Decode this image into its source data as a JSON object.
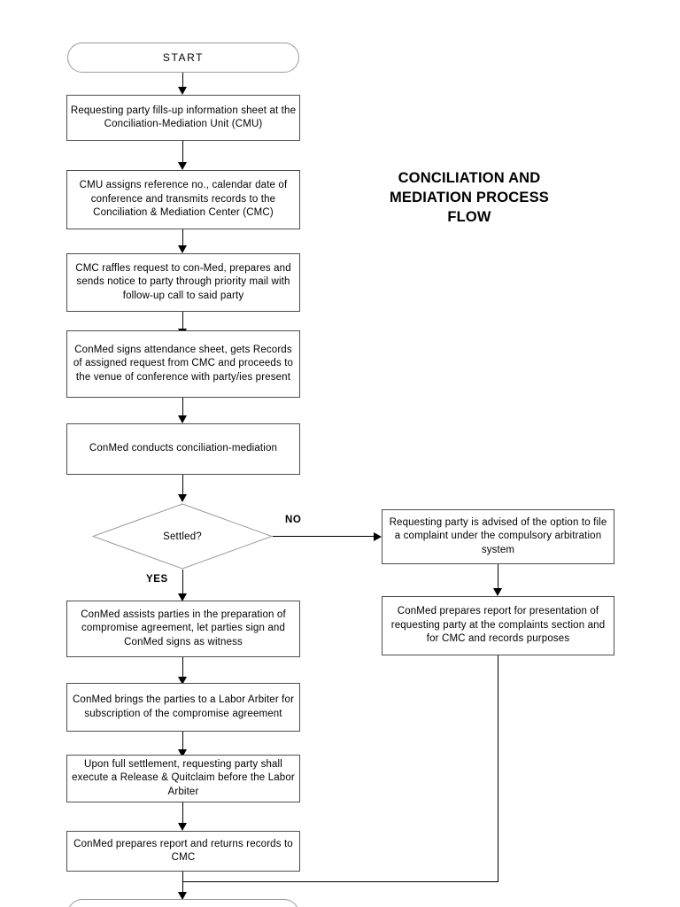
{
  "document": {
    "title": "CONCILIATION AND MEDIATION PROCESS FLOW",
    "title_lines": [
      "CONCILIATION AND",
      "MEDIATION PROCESS",
      "FLOW"
    ]
  },
  "colors": {
    "background": "#ffffff",
    "box_border": "#4d4d4d",
    "terminator_border": "#9a9a9a",
    "connector": "#000000",
    "text": "#000000"
  },
  "flow": {
    "start": {
      "label": "START",
      "shape": "terminator"
    },
    "main_steps": [
      {
        "id": "step-1",
        "shape": "process",
        "text": "Requesting party fills-up information sheet at the  Conciliation-Mediation Unit (CMU)"
      },
      {
        "id": "step-2",
        "shape": "process",
        "text": "CMU assigns reference no., calendar date of conference and transmits records to the Conciliation & Mediation Center (CMC)"
      },
      {
        "id": "step-3",
        "shape": "process",
        "text": "CMC raffles request to con-Med, prepares and sends notice to party through priority mail with follow-up call to said party"
      },
      {
        "id": "step-4",
        "shape": "process",
        "text": "ConMed signs attendance sheet, gets Records of assigned request from CMC and proceeds to the venue of conference with party/ies present"
      },
      {
        "id": "step-5",
        "shape": "process",
        "text": "ConMed conducts conciliation-mediation"
      }
    ],
    "decision": {
      "id": "decision-settled",
      "shape": "diamond",
      "text": "Settled?",
      "yes_label": "YES",
      "no_label": "NO"
    },
    "yes_branch": [
      {
        "id": "yes-step-1",
        "shape": "process",
        "text": "ConMed assists parties in the preparation  of compromise agreement, let parties sign and ConMed signs as witness"
      },
      {
        "id": "yes-step-2",
        "shape": "process",
        "text": "ConMed brings the parties to a Labor Arbiter for subscription of the compromise agreement"
      },
      {
        "id": "yes-step-3",
        "shape": "process",
        "text": "Upon full settlement, requesting party shall execute a Release & Quitclaim before the Labor Arbiter"
      },
      {
        "id": "yes-step-4",
        "shape": "process",
        "text": "ConMed prepares report and returns records to CMC"
      }
    ],
    "no_branch": [
      {
        "id": "no-step-1",
        "shape": "process",
        "text": "Requesting party is advised of the option to file a complaint under the compulsory arbitration system"
      },
      {
        "id": "no-step-2",
        "shape": "process",
        "text": "ConMed prepares report for presentation of requesting party at the complaints section and for CMC and records purposes"
      }
    ],
    "end": {
      "label": "",
      "shape": "terminator",
      "note": "bottom terminator is cropped by the page edge"
    }
  }
}
